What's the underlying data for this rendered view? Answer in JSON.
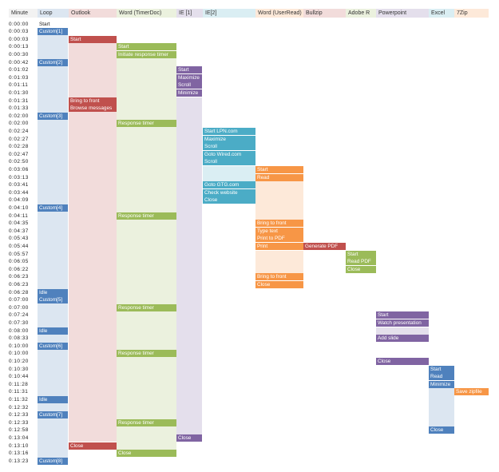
{
  "columns": [
    {
      "key": "minute",
      "label": "Minute"
    },
    {
      "key": "loop",
      "label": "Loop"
    },
    {
      "key": "outlook",
      "label": "Outlook"
    },
    {
      "key": "word_timer",
      "label": "Word (TimerDoc)"
    },
    {
      "key": "ie1",
      "label": "IE [1]"
    },
    {
      "key": "ie2",
      "label": "IE[2]"
    },
    {
      "key": "word_user",
      "label": "Word (UserRead)"
    },
    {
      "key": "bullzip",
      "label": "Bullzip"
    },
    {
      "key": "adobe",
      "label": "Adobe R"
    },
    {
      "key": "powerpoint",
      "label": "Powerpoint"
    },
    {
      "key": "excel",
      "label": "Excel"
    },
    {
      "key": "zip",
      "label": "7Zip"
    }
  ],
  "times": [
    "0:00:00",
    "0:00:03",
    "0:00:03",
    "0:00:13",
    "0:00:30",
    "0:00:42",
    "0:01:02",
    "0:01:03",
    "0:01:11",
    "0:01:30",
    "0:01:31",
    "0:01:33",
    "0:02:00",
    "0:02:00",
    "0:02:24",
    "0:02:27",
    "0:02:28",
    "0:02:47",
    "0:02:50",
    "0:03:06",
    "0:03:13",
    "0:03:41",
    "0:03:44",
    "0:04:09",
    "0:04:10",
    "0:04:11",
    "0:04:35",
    "0:04:37",
    "0:05:43",
    "0:05:44",
    "0:05:57",
    "0:06:05",
    "0:06:22",
    "0:06:23",
    "0:06:23",
    "0:06:28",
    "0:07:00",
    "0:07:00",
    "0:07:24",
    "0:07:30",
    "0:08:00",
    "0:08:33",
    "0:10:00",
    "0:10:00",
    "0:10:20",
    "0:10:30",
    "0:10:44",
    "0:11:28",
    "0:11:31",
    "0:11:32",
    "0:12:32",
    "0:12:33",
    "0:12:33",
    "0:12:58",
    "0:13:04",
    "0:13:10",
    "0:13:16",
    "0:13:23"
  ],
  "colors": {
    "loop": "#4f81bd",
    "loop_light": "#dce6f1",
    "outlook": "#c0504d",
    "outlook_light": "#f2dcdb",
    "word_timer": "#9bbb59",
    "word_timer_light": "#ebf1de",
    "ie1": "#8064a2",
    "ie1_light": "#e4dfec",
    "ie2": "#4bacc6",
    "ie2_light": "#daeef3",
    "word_user": "#f79646",
    "word_user_light": "#fde9d9",
    "white": "#ffffff"
  },
  "events": {
    "loop": [
      {
        "row": 0,
        "text": "Start",
        "plain": true
      },
      {
        "row": 1,
        "text": "Custom[1]"
      },
      {
        "row": 5,
        "text": "Custom[2]"
      },
      {
        "row": 12,
        "text": "Custom[3]"
      },
      {
        "row": 24,
        "text": "Custom[4]"
      },
      {
        "row": 35,
        "text": "Idle"
      },
      {
        "row": 36,
        "text": "Custom[5]"
      },
      {
        "row": 40,
        "text": "Idle"
      },
      {
        "row": 42,
        "text": "Custom[6]"
      },
      {
        "row": 49,
        "text": "Idle"
      },
      {
        "row": 51,
        "text": "Custom[7]"
      },
      {
        "row": 57,
        "text": "Custom[8]"
      }
    ],
    "outlook": [
      {
        "row": 2,
        "text": "Start"
      },
      {
        "row": 10,
        "text": "Bring to front"
      },
      {
        "row": 11,
        "text": "Browse messages"
      },
      {
        "row": 55,
        "text": "Close"
      }
    ],
    "word_timer": [
      {
        "row": 3,
        "text": "Start"
      },
      {
        "row": 4,
        "text": "Initiate response timer"
      },
      {
        "row": 13,
        "text": "Response timer"
      },
      {
        "row": 25,
        "text": "Response timer"
      },
      {
        "row": 37,
        "text": "Response timer"
      },
      {
        "row": 43,
        "text": "Response timer"
      },
      {
        "row": 52,
        "text": "Response timer"
      },
      {
        "row": 56,
        "text": "Close"
      }
    ],
    "ie1": [
      {
        "row": 6,
        "text": "Start"
      },
      {
        "row": 7,
        "text": "Maximize"
      },
      {
        "row": 8,
        "text": "Scroll"
      },
      {
        "row": 9,
        "text": "Minimize"
      },
      {
        "row": 54,
        "text": "Close"
      }
    ],
    "ie2": [
      {
        "row": 14,
        "text": "Start LPN.com"
      },
      {
        "row": 15,
        "text": "Maximize"
      },
      {
        "row": 16,
        "text": "Scroll"
      },
      {
        "row": 17,
        "text": "Goto Wired.com"
      },
      {
        "row": 18,
        "text": "Scroll"
      },
      {
        "row": 21,
        "text": "Goto GTG.com"
      },
      {
        "row": 22,
        "text": "Check website"
      },
      {
        "row": 23,
        "text": "Close"
      }
    ],
    "word_user": [
      {
        "row": 19,
        "text": "Start"
      },
      {
        "row": 20,
        "text": "Read"
      },
      {
        "row": 26,
        "text": "Bring to front"
      },
      {
        "row": 27,
        "text": "Type text"
      },
      {
        "row": 28,
        "text": "Print to PDF"
      },
      {
        "row": 29,
        "text": "Print"
      },
      {
        "row": 33,
        "text": "Bring to front"
      },
      {
        "row": 34,
        "text": "Close"
      }
    ],
    "bullzip": [
      {
        "row": 29,
        "text": "Generate PDF"
      }
    ],
    "adobe": [
      {
        "row": 30,
        "text": "Start"
      },
      {
        "row": 31,
        "text": "Read PDF"
      },
      {
        "row": 32,
        "text": "Close"
      }
    ],
    "powerpoint": [
      {
        "row": 38,
        "text": "Start"
      },
      {
        "row": 39,
        "text": "Watch presentation"
      },
      {
        "row": 41,
        "text": "Add slide"
      },
      {
        "row": 44,
        "text": "Close"
      }
    ],
    "excel": [
      {
        "row": 45,
        "text": "Start"
      },
      {
        "row": 46,
        "text": "Read"
      },
      {
        "row": 47,
        "text": "Minimize"
      },
      {
        "row": 53,
        "text": "Close"
      }
    ],
    "zip": [
      {
        "row": 48,
        "text": "Save zipfile"
      }
    ]
  }
}
